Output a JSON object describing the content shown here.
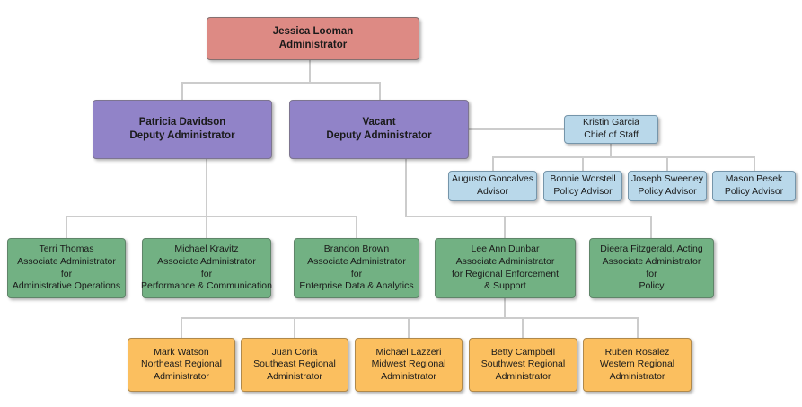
{
  "palette": {
    "connector": "#cccccc",
    "levels": {
      "administrator": {
        "fill": "#dd8a84",
        "border": "#857070"
      },
      "deputy": {
        "fill": "#9183c8",
        "border": "#7d7590"
      },
      "staff": {
        "fill": "#b9d8ea",
        "border": "#7595aa"
      },
      "associate": {
        "fill": "#72b183",
        "border": "#5f8569"
      },
      "regional": {
        "fill": "#fbbf5f",
        "border": "#b0894b"
      }
    }
  },
  "org_chart": {
    "nodes": {
      "jessica": {
        "level": "administrator",
        "reports_to": null,
        "lines": [
          "Jessica Looman",
          "Administrator"
        ]
      },
      "patricia": {
        "level": "deputy",
        "reports_to": "jessica",
        "lines": [
          "Patricia Davidson",
          "Deputy Administrator"
        ]
      },
      "vacant": {
        "level": "deputy",
        "reports_to": "jessica",
        "lines": [
          "Vacant",
          "Deputy Administrator"
        ]
      },
      "kristin": {
        "level": "staff",
        "reports_to": "vacant",
        "lines": [
          "Kristin Garcia",
          "Chief of Staff"
        ]
      },
      "augusto": {
        "level": "staff",
        "reports_to": "kristin",
        "lines": [
          "Augusto Goncalves",
          "Advisor"
        ]
      },
      "bonnie": {
        "level": "staff",
        "reports_to": "kristin",
        "lines": [
          "Bonnie Worstell",
          "Policy Advisor"
        ]
      },
      "joseph": {
        "level": "staff",
        "reports_to": "kristin",
        "lines": [
          "Joseph Sweeney",
          "Policy Advisor"
        ]
      },
      "mason": {
        "level": "staff",
        "reports_to": "kristin",
        "lines": [
          "Mason Pesek",
          "Policy Advisor"
        ]
      },
      "terri": {
        "level": "associate",
        "reports_to": "patricia",
        "lines": [
          "Terri Thomas",
          "Associate Administrator",
          "for",
          "Administrative Operations"
        ]
      },
      "kravitz": {
        "level": "associate",
        "reports_to": "patricia",
        "lines": [
          "Michael Kravitz",
          "Associate Administrator",
          "for",
          "Performance & Communication"
        ]
      },
      "brandon": {
        "level": "associate",
        "reports_to": "patricia",
        "lines": [
          "Brandon Brown",
          "Associate Administrator",
          "for",
          "Enterprise Data & Analytics"
        ]
      },
      "leeann": {
        "level": "associate",
        "reports_to": "vacant",
        "lines": [
          "Lee Ann Dunbar",
          "Associate Administrator",
          "for Regional Enforcement",
          "& Support"
        ]
      },
      "dieera": {
        "level": "associate",
        "reports_to": "vacant",
        "lines": [
          "Dieera Fitzgerald, Acting",
          "Associate Administrator",
          "for",
          "Policy"
        ]
      },
      "mark": {
        "level": "regional",
        "reports_to": "leeann",
        "lines": [
          "Mark Watson",
          "Northeast Regional",
          "Administrator"
        ]
      },
      "juan": {
        "level": "regional",
        "reports_to": "leeann",
        "lines": [
          "Juan Coria",
          "Southeast Regional",
          "Administrator"
        ]
      },
      "lazzeri": {
        "level": "regional",
        "reports_to": "leeann",
        "lines": [
          "Michael Lazzeri",
          "Midwest Regional",
          "Administrator"
        ]
      },
      "betty": {
        "level": "regional",
        "reports_to": "leeann",
        "lines": [
          "Betty Campbell",
          "Southwest Regional",
          "Administrator"
        ]
      },
      "ruben": {
        "level": "regional",
        "reports_to": "leeann",
        "lines": [
          "Ruben Rosalez",
          "Western Regional",
          "Administrator"
        ]
      }
    }
  }
}
